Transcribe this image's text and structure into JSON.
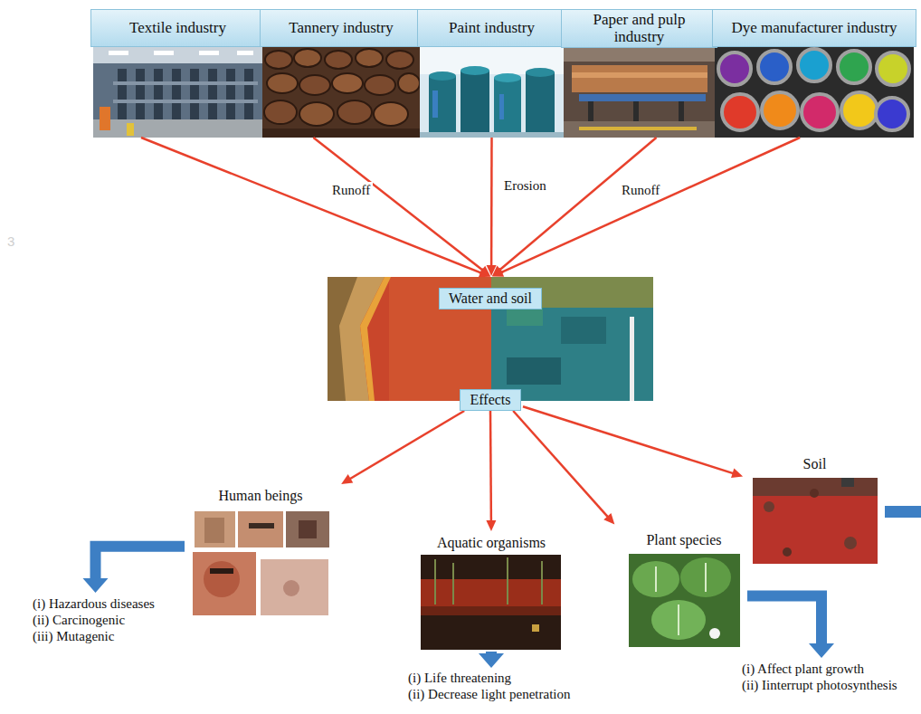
{
  "diagram": {
    "nodes": [
      {
        "text": [
          "Textile industry"
        ]
      },
      {
        "text": [
          "Tannery industry"
        ]
      },
      {
        "text": [
          "Paint industry"
        ]
      },
      {
        "text": [
          "Paper and pulp industry"
        ]
      },
      {
        "text": [
          "Dye manufacturer industry"
        ]
      },
      {
        "text": [
          "Water and soil"
        ]
      },
      {
        "text": [
          "Effects"
        ],
        "in": 5
      },
      {
        "text": [
          "Human beings"
        ]
      },
      {
        "text": [
          "(i) Hazardous diseases",
          "(ii) Carcinogenic",
          "(iii) Mutagenic"
        ]
      },
      {
        "text": [
          "Aquatic organisms"
        ]
      },
      {
        "text": [
          "(i) Life threatening",
          "(ii) Decrease light penetration"
        ]
      },
      {
        "text": [
          "Plant species"
        ]
      },
      {
        "text": [
          "(i) Affect plant growth",
          "(ii) Iinterrupt photosynthesis"
        ]
      },
      {
        "text": [
          "Soil"
        ]
      }
    ],
    "edges": [
      {
        "from": 0,
        "to": 5,
        "arrow": "to"
      },
      {
        "from": 1,
        "to": 5,
        "arrow": "to",
        "label": "Runoff"
      },
      {
        "from": 2,
        "to": 5,
        "arrow": "to",
        "label": "Erosion"
      },
      {
        "from": 3,
        "to": 5,
        "arrow": "to",
        "label": "Runoff"
      },
      {
        "from": 4,
        "to": 5,
        "arrow": "to"
      },
      {
        "from": 6,
        "to": 7,
        "arrow": "to"
      },
      {
        "from": 6,
        "to": 9,
        "arrow": "to"
      },
      {
        "from": 6,
        "to": 11,
        "arrow": "to"
      },
      {
        "from": 6,
        "to": 13,
        "arrow": "to"
      },
      {
        "from": 7,
        "to": 8,
        "arrow": "to"
      },
      {
        "from": 9,
        "to": 10,
        "arrow": "to"
      },
      {
        "from": 11,
        "to": 12,
        "arrow": "to"
      }
    ],
    "labels": [
      "3"
    ]
  }
}
